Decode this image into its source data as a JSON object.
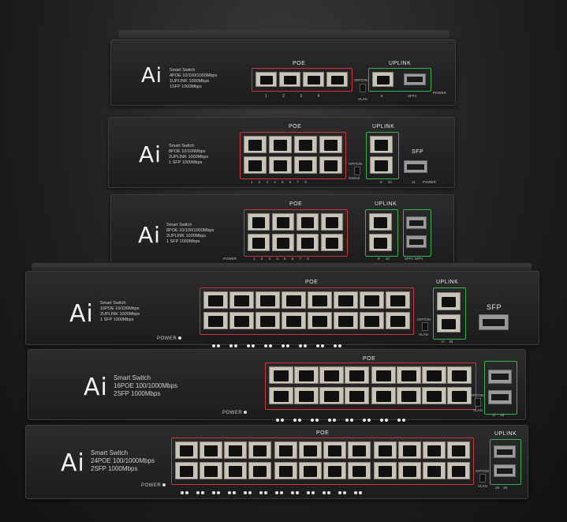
{
  "units": [
    {
      "brand": "Ai",
      "specs": "Smart Switch\n4POE 10/100/1000Mbps\n1UPLINK 1000Mbps\n1SFP 1000Mbps",
      "poe": "POE",
      "uplink": "UPLINK",
      "switch": "OFF/ON",
      "vlan": "VLAN",
      "ports": "1  2  3  4",
      "uplink_ports": "5",
      "sfp": "SFP1",
      "power": "POWER"
    },
    {
      "brand": "Ai",
      "specs": "Smart Switch\n8POE 10/100Mbps\n2UPLINK 1000Mbps\n1 SFP 1000Mbps",
      "poe": "POE",
      "uplink": "UPLINK",
      "sfp_label": "SFP",
      "switch": "OFF/ON",
      "extend": "Extend",
      "ports": "1 2 3 4 5 6 7 8",
      "uplink_ports": "9  10",
      "sfp": "11",
      "power": "POWER"
    },
    {
      "brand": "Ai",
      "specs": "Smart Switch\n8POE 10/100/1000Mbps\n2UPLINK 1000Mbps\n1 SFP 1000Mbps",
      "poe": "POE",
      "uplink": "UPLINK",
      "power": "POWER",
      "ports": "1 2 3 4 5 6 7 8",
      "uplink_ports": "9  10",
      "sfp": "SFP1 SFP1"
    },
    {
      "brand": "Ai",
      "specs": "Smart Switch\n16POE 10/100Mbps\n2UPLINK 1000Mbps\n1 SFP 1000Mbps",
      "poe": "POE",
      "uplink": "UPLINK",
      "sfp_label": "SFP",
      "switch": "OFF/ON",
      "vlan": "VLAN",
      "power": "POWER",
      "uplink_ports": "17 18"
    },
    {
      "brand": "Ai",
      "specs": "Smart Switch\n16POE 100/1000Mbps\n2SFP 1000Mbps",
      "poe": "POE",
      "switch": "OFF/ON",
      "vlan": "VLAN",
      "power": "POWER",
      "uplink_ports": "17 18"
    },
    {
      "brand": "Ai",
      "specs": "Smart Switch\n24POE 100/1000Mbps\n2SFP 1000Mbps",
      "poe": "POE",
      "uplink": "UPLINK",
      "switch": "OFF/ON",
      "vlan": "VLAN",
      "power": "POWER",
      "uplink_ports": "25 26"
    }
  ]
}
